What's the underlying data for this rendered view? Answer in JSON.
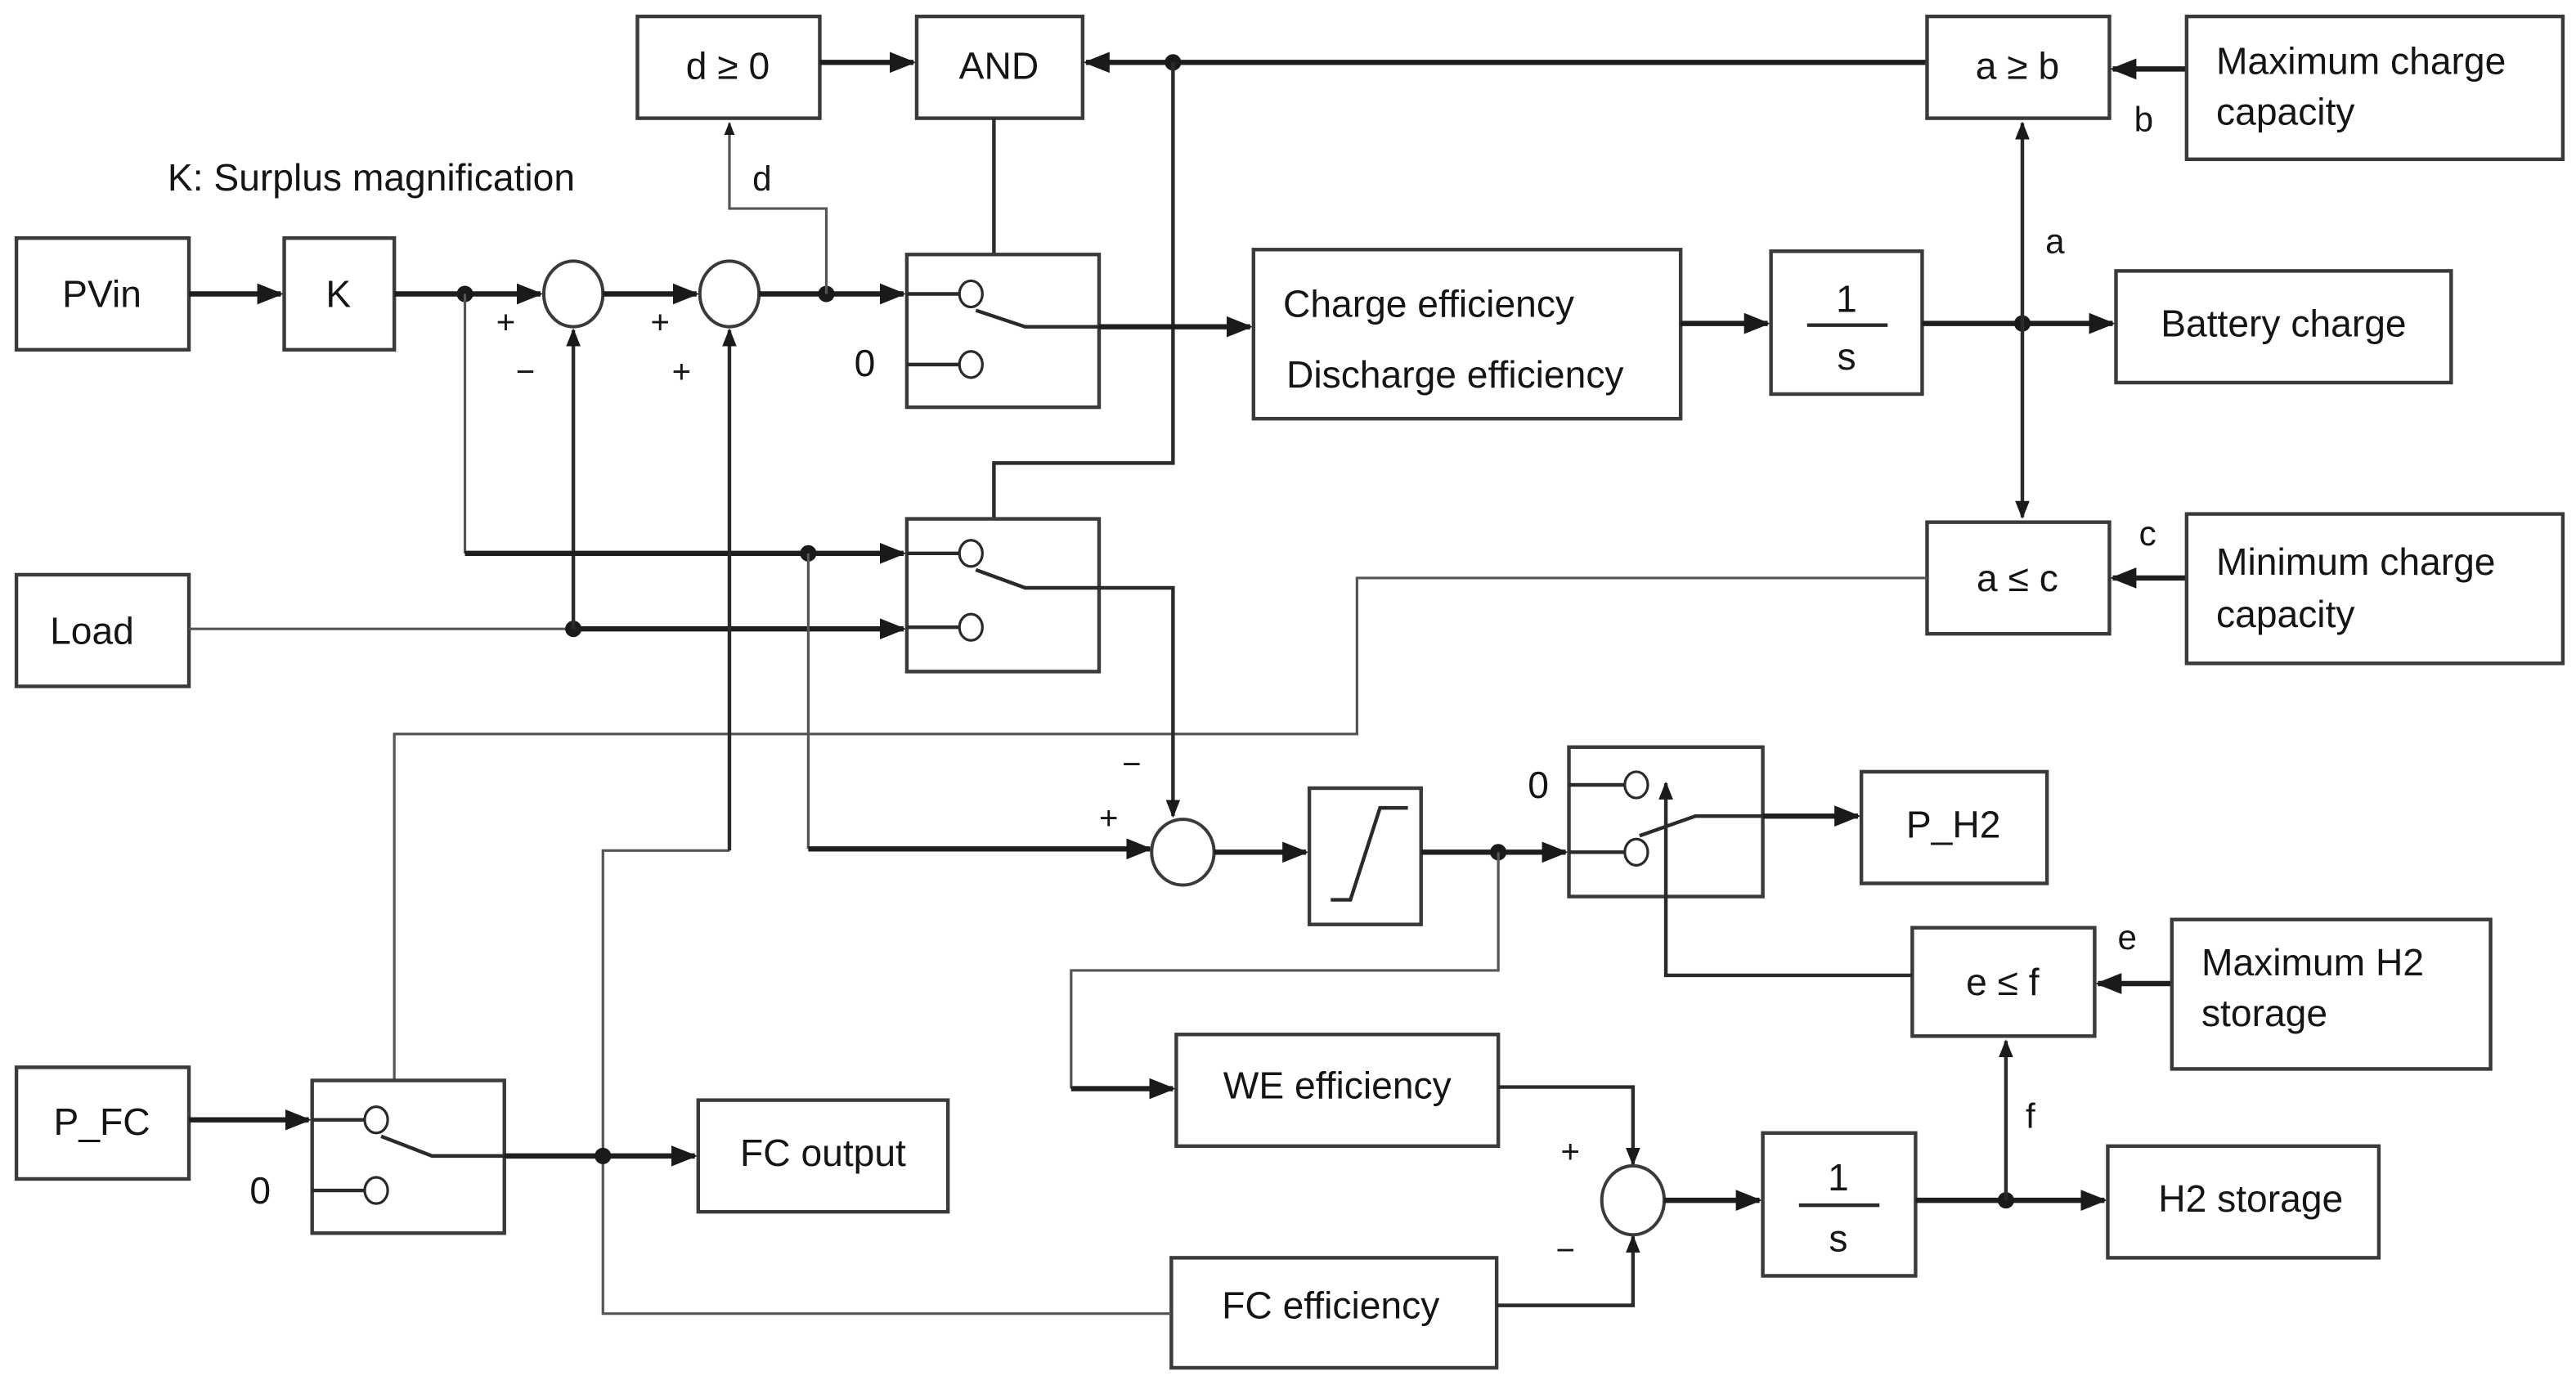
{
  "figure": {
    "type": "block-diagram",
    "subject": "PV / battery / hydrogen energy management control model"
  },
  "annotation": "K: Surplus magnification",
  "blocks": {
    "pvin": "PVin",
    "gain_k": "K",
    "load": "Load",
    "p_fc": "P_FC",
    "d_ge_0": "d ≥ 0",
    "and_gate": "AND",
    "a_ge_b": "a ≥ b",
    "max_charge_line1": "Maximum charge",
    "max_charge_line2": "capacity",
    "charge_eff_line1": "Charge efficiency",
    "charge_eff_line2": "Discharge efficiency",
    "integrator_num": "1",
    "integrator_den": "s",
    "battery_charge": "Battery charge",
    "a_le_c": "a ≤ c",
    "min_charge_line1": "Minimum charge",
    "min_charge_line2": "capacity",
    "p_h2": "P_H2",
    "e_le_f": "e ≤ f",
    "max_h2_line1": "Maximum H2",
    "max_h2_line2": "storage",
    "we_eff": "WE efficiency",
    "fc_eff": "FC efficiency",
    "h2_storage": "H2 storage",
    "fc_output": "FC output",
    "saturation": "saturation"
  },
  "signals": {
    "a": "a",
    "b": "b",
    "c": "c",
    "d": "d",
    "e": "e",
    "f": "f",
    "zero": "0"
  },
  "signs": {
    "plus": "+",
    "minus": "−"
  }
}
